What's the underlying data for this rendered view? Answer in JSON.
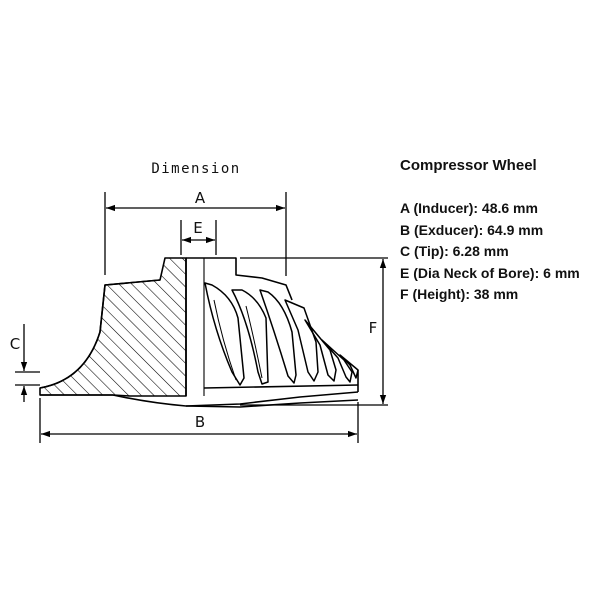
{
  "diagram": {
    "heading": "Dimension",
    "labels": {
      "A": "A",
      "B": "B",
      "C": "C",
      "E": "E",
      "F": "F"
    }
  },
  "specs": {
    "title": "Compressor Wheel",
    "items": [
      "A (Inducer): 48.6 mm",
      "B (Exducer): 64.9 mm",
      "C (Tip): 6.28 mm",
      "E (Dia Neck of Bore): 6 mm",
      "F (Height): 38 mm"
    ]
  }
}
